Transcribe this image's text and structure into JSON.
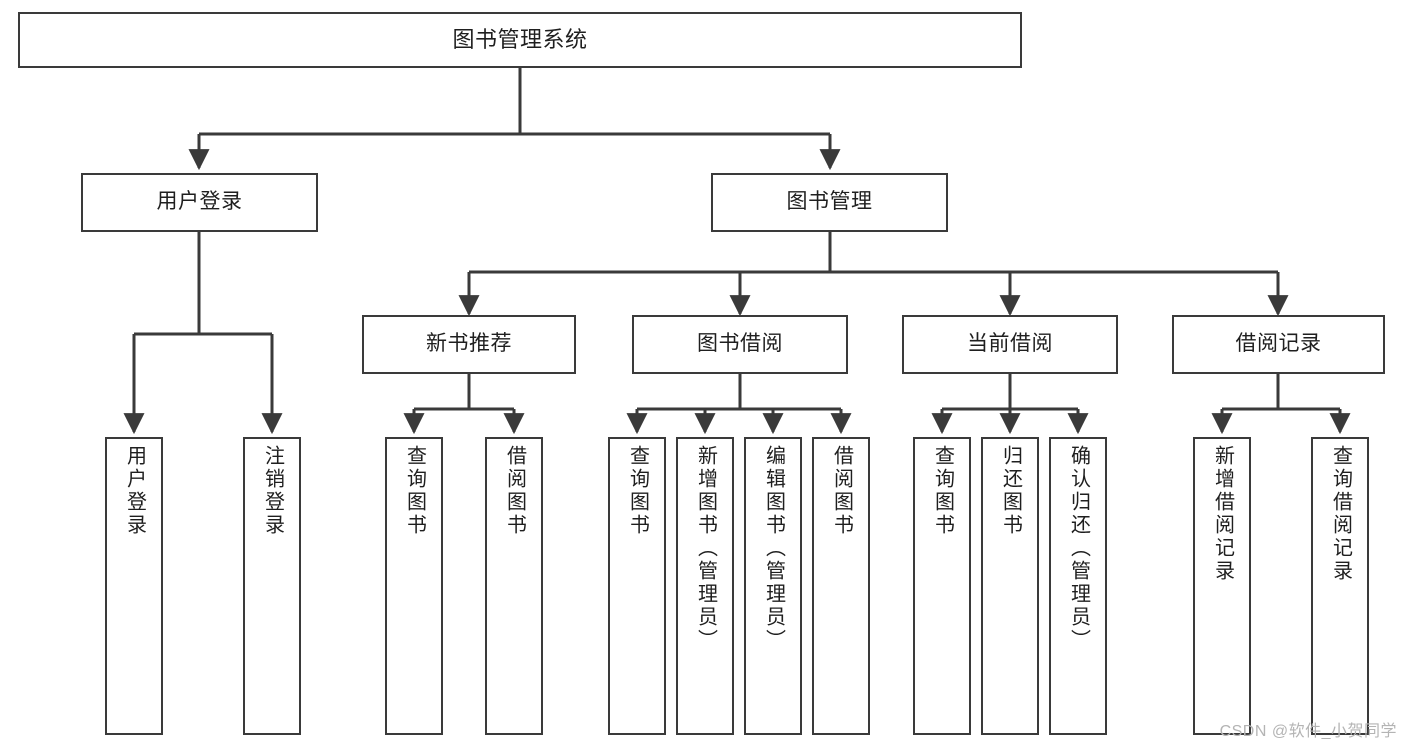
{
  "diagram": {
    "title": "图书管理系统",
    "type": "hierarchy-tree",
    "orientation": "top-down",
    "colors": {
      "box_stroke": "#3a3a3a",
      "box_fill": "#ffffff",
      "edge_stroke": "#3a3a3a",
      "text": "#1f1f1f",
      "watermark": "#b4b4b4",
      "background": "#ffffff"
    },
    "root": {
      "label": "图书管理系统"
    },
    "level2": [
      {
        "id": "user-login",
        "label": "用户登录"
      },
      {
        "id": "book-manage",
        "label": "图书管理"
      }
    ],
    "level3": [
      {
        "id": "new-book-recommend",
        "label": "新书推荐",
        "parent": "book-manage"
      },
      {
        "id": "book-borrow",
        "label": "图书借阅",
        "parent": "book-manage"
      },
      {
        "id": "current-borrow",
        "label": "当前借阅",
        "parent": "book-manage"
      },
      {
        "id": "borrow-record",
        "label": "借阅记录",
        "parent": "book-manage"
      }
    ],
    "leaves": {
      "user-login": [
        {
          "id": "leaf-user-login",
          "label": "用户登录"
        },
        {
          "id": "leaf-logout",
          "label": "注销登录"
        }
      ],
      "new-book-recommend": [
        {
          "id": "leaf-query-book-1",
          "label": "查询图书"
        },
        {
          "id": "leaf-borrow-book-1",
          "label": "借阅图书"
        }
      ],
      "book-borrow": [
        {
          "id": "leaf-query-book-2",
          "label": "查询图书"
        },
        {
          "id": "leaf-add-book",
          "label": "新增图书（管理员）"
        },
        {
          "id": "leaf-edit-book",
          "label": "编辑图书（管理员）"
        },
        {
          "id": "leaf-borrow-book-2",
          "label": "借阅图书"
        }
      ],
      "current-borrow": [
        {
          "id": "leaf-query-book-3",
          "label": "查询图书"
        },
        {
          "id": "leaf-return-book",
          "label": "归还图书"
        },
        {
          "id": "leaf-confirm-return",
          "label": "确认归还（管理员）"
        }
      ],
      "borrow-record": [
        {
          "id": "leaf-add-record",
          "label": "新增借阅记录"
        },
        {
          "id": "leaf-query-record",
          "label": "查询借阅记录"
        }
      ]
    }
  },
  "watermark": {
    "text": "CSDN @软件_小贺同学"
  }
}
